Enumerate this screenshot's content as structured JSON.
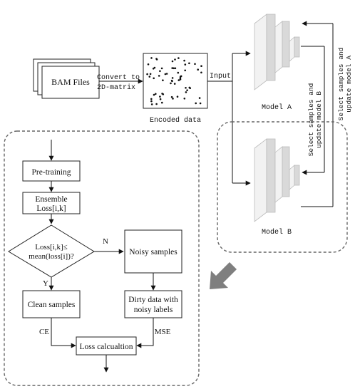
{
  "inputs": {
    "bam_label": "BAM Files",
    "convert_line1": "Convert to",
    "convert_line2": "2D-matrix",
    "encoded_label": "Encoded data",
    "input_label": "Input"
  },
  "models": {
    "model_a": "Model A",
    "model_b": "Model B",
    "update_b_line1": "Select samples and",
    "update_b_line2": "update model B",
    "update_a_line1": "Select samples and",
    "update_a_line2": "update model A"
  },
  "flowchart": {
    "pretraining": "Pre-training",
    "ensemble_line1": "Ensemble",
    "ensemble_line2": "Loss[i,k]",
    "decision_line1": "Loss[i,k]≤",
    "decision_line2": "mean(loss[i])?",
    "n_label": "N",
    "y_label": "Y",
    "noisy_samples": "Noisy samples",
    "dirty_line1": "Dirty data with",
    "dirty_line2": "noisy labels",
    "clean_samples": "Clean samples",
    "ce_label": "CE",
    "mse_label": "MSE",
    "loss_calc": "Loss calcualtion"
  },
  "colors": {
    "model_face": "#d9d9d9",
    "model_side": "#f2f2f2",
    "dashed_border": "#666666",
    "pointer_arrow": "#7f7f7f"
  }
}
